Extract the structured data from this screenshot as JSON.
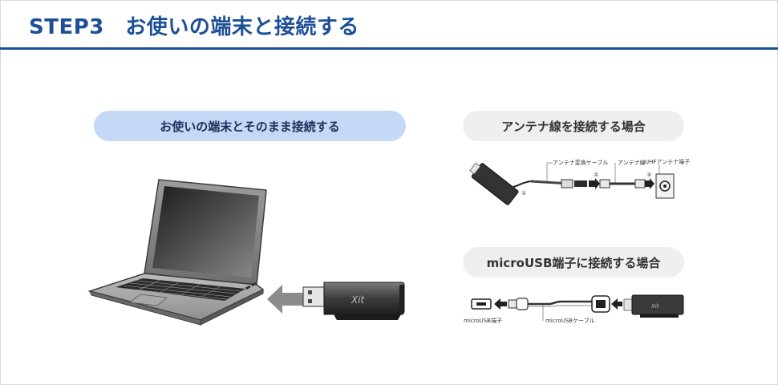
{
  "header": {
    "title": "STEP3　お使いの端末と接続する"
  },
  "panels": {
    "direct": {
      "label": "お使いの端末とそのまま接続する"
    },
    "antenna": {
      "label": "アンテナ線を接続する場合",
      "callouts": {
        "adapter_cable": "アンテナ変換ケーブル",
        "antenna_wire": "アンテナ線",
        "uhf_terminal": "UHFアンテナ端子"
      },
      "steps": [
        "①",
        "②",
        "③"
      ]
    },
    "microusb": {
      "label": "microUSB端子に接続する場合",
      "callouts": {
        "terminal": "microUSB端子",
        "cable": "microUSBケーブル"
      }
    }
  },
  "device": {
    "logo": "Xit"
  },
  "colors": {
    "accent": "#1d4f96",
    "pill_main": "#c5d9f6",
    "pill_side": "#efefef",
    "arrow_gray": "#8c8c8c"
  }
}
